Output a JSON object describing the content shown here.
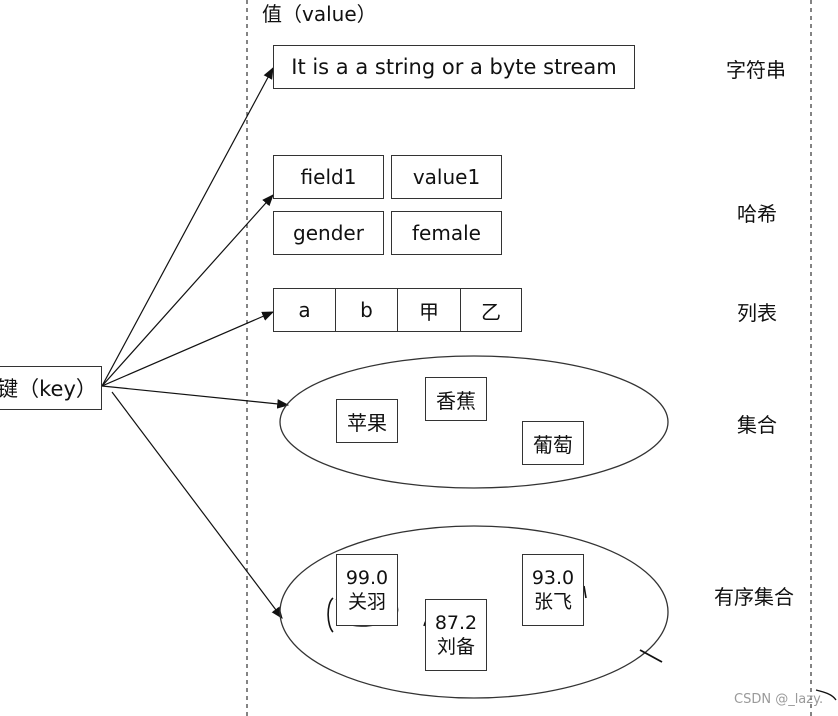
{
  "value_header": "值（value）",
  "key_label": "键（key）",
  "string": {
    "text": "It is a a string or a byte stream",
    "type_label": "字符串"
  },
  "hash": {
    "pairs": [
      {
        "field": "field1",
        "value": "value1"
      },
      {
        "field": "gender",
        "value": "female"
      }
    ],
    "type_label": "哈希"
  },
  "list": {
    "items": [
      "a",
      "b",
      "甲",
      "乙"
    ],
    "type_label": "列表"
  },
  "set": {
    "members": [
      "香蕉",
      "苹果",
      "葡萄"
    ],
    "type_label": "集合"
  },
  "zset": {
    "members": [
      {
        "score": "99.0",
        "member": "关羽"
      },
      {
        "score": "93.0",
        "member": "张飞"
      },
      {
        "score": "87.2",
        "member": "刘备"
      }
    ],
    "type_label": "有序集合"
  },
  "watermark": "CSDN @_lazy."
}
